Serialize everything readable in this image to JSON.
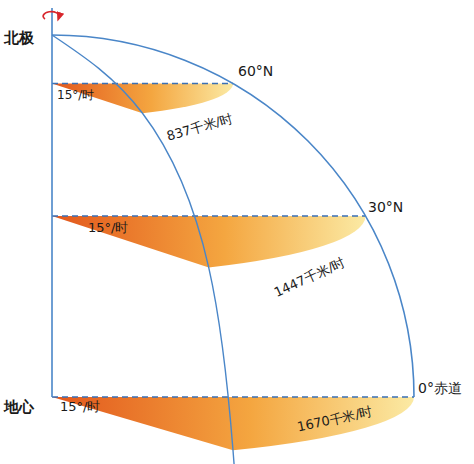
{
  "diagram": {
    "labels": [
      "北极",
      "60°N",
      "15°/时",
      "837千米/时",
      "30°N",
      "15°/时",
      "1447千米/时",
      "地心",
      "15°/时",
      "0°赤道",
      "1670千米/时"
    ]
  }
}
